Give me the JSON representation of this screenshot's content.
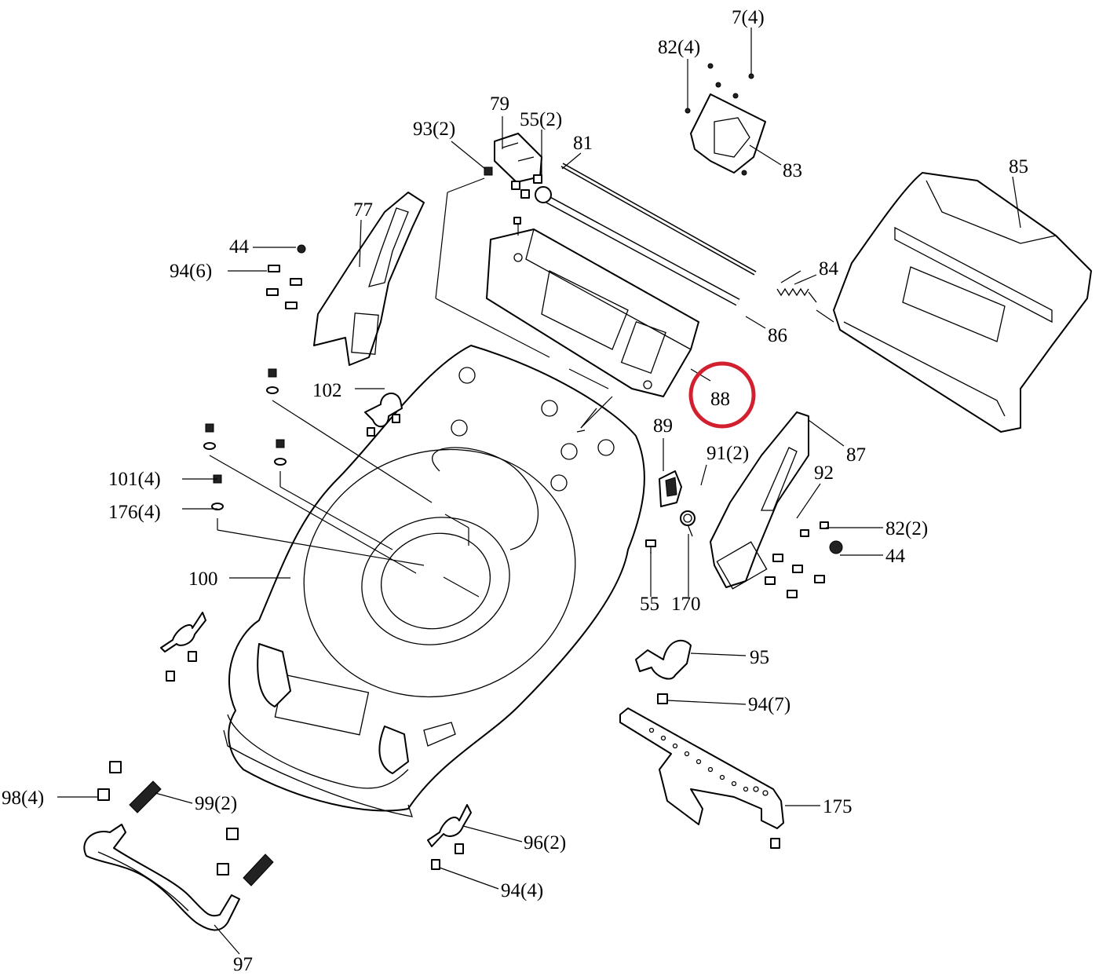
{
  "highlight": {
    "color": "#d3202e",
    "target": "88"
  },
  "callouts": {
    "c7": "7(4)",
    "c82a": "82(4)",
    "c79": "79",
    "c55a": "55(2)",
    "c93": "93(2)",
    "c81": "81",
    "c83": "83",
    "c85": "85",
    "c77": "77",
    "c44a": "44",
    "c94a": "94(6)",
    "c84": "84",
    "c86": "86",
    "c88": "88",
    "c102": "102",
    "c89": "89",
    "c91": "91(2)",
    "c87": "87",
    "c92": "92",
    "c101": "101(4)",
    "c176": "176(4)",
    "c82b": "82(2)",
    "c44b": "44",
    "c100": "100",
    "c55b": "55",
    "c170": "170",
    "c95": "95",
    "c94b": "94(7)",
    "c98": "98(4)",
    "c99": "99(2)",
    "c175": "175",
    "c96": "96(2)",
    "c94c": "94(4)",
    "c97": "97"
  }
}
